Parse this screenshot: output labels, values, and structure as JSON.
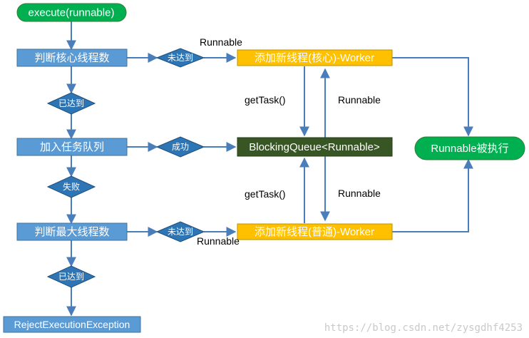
{
  "nodes": {
    "start": "execute(runnable)",
    "check_core": "判断核心线程数",
    "add_core_worker": "添加新线程(核心)-Worker",
    "add_queue": "加入任务队列",
    "blocking_queue": "BlockingQueue<Runnable>",
    "runnable_executed": "Runnable被执行",
    "check_max": "判断最大线程数",
    "add_normal_worker": "添加新线程(普通)-Worker",
    "reject": "RejectExecutionException"
  },
  "decisions": {
    "core_not_reached": "未达到",
    "core_reached": "已达到",
    "queue_success": "成功",
    "queue_fail": "失败",
    "max_not_reached": "未达到",
    "max_reached": "已达到"
  },
  "labels": {
    "runnable_top": "Runnable",
    "gettask_upper": "getTask()",
    "runnable_upper_right": "Runnable",
    "gettask_lower": "getTask()",
    "runnable_lower_right": "Runnable",
    "runnable_bottom": "Runnable"
  },
  "watermark": "https://blog.csdn.net/zysgdhf4253",
  "colors": {
    "blue_box": "#5b9bd5",
    "green_pill": "#00b050",
    "orange_box": "#ffc000",
    "dark_green_box": "#375623",
    "diamond": "#2e75b6",
    "arrow": "#5b9bd5"
  }
}
